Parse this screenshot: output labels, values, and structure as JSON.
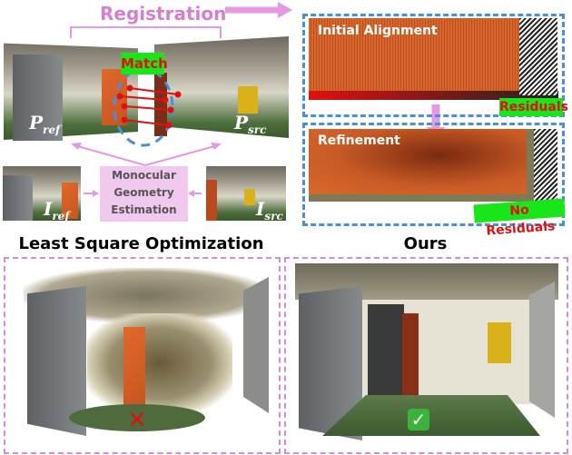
{
  "top": {
    "registration_label": "Registration",
    "match_label": "Match",
    "p_ref": {
      "base": "P",
      "sub": "ref"
    },
    "p_src": {
      "base": "P",
      "sub": "src"
    },
    "i_ref": {
      "base": "I",
      "sub": "ref"
    },
    "i_src": {
      "base": "I",
      "sub": "src"
    },
    "mono_box": [
      "Monocular",
      "Geometry",
      "Estimation"
    ]
  },
  "right": {
    "initial_alignment": "Initial Alignment",
    "residuals": "Residuals",
    "refinement": "Refinement",
    "no_residuals": "No Residuals"
  },
  "bottom": {
    "left_title": "Least Square Optimization",
    "right_title": "Ours",
    "left_mark": "cross-icon",
    "right_mark": "check-icon"
  },
  "colors": {
    "accent_pink": "#d67fd2",
    "blue_dash": "#4a8fdc",
    "label_green": "#19e619",
    "label_red": "#e01010"
  }
}
